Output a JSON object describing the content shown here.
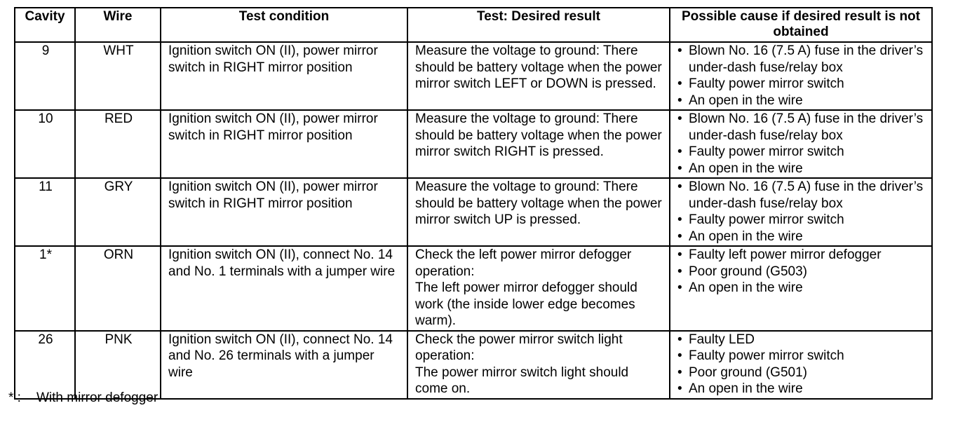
{
  "table": {
    "headers": [
      "Cavity",
      "Wire",
      "Test condition",
      "Test: Desired result",
      "Possible cause if desired result is not obtained"
    ],
    "rows": [
      {
        "cavity": "9",
        "wire": "WHT",
        "condition": "Ignition switch ON (II), power mirror switch in RIGHT mirror position",
        "result": "Measure the voltage to ground: There should be battery voltage when the power mirror switch LEFT or DOWN is pressed.",
        "causes": [
          "Blown No. 16 (7.5 A) fuse in the driver’s under-dash fuse/relay box",
          "Faulty power mirror switch",
          "An open in the wire"
        ]
      },
      {
        "cavity": "10",
        "wire": "RED",
        "condition": "Ignition switch ON (II), power mirror switch in RIGHT mirror position",
        "result": "Measure the voltage to ground: There should be battery voltage when the power mirror switch RIGHT is pressed.",
        "causes": [
          "Blown No. 16 (7.5 A) fuse in the driver’s under-dash fuse/relay box",
          "Faulty power mirror switch",
          "An open in the wire"
        ]
      },
      {
        "cavity": "11",
        "wire": "GRY",
        "condition": "Ignition switch ON (II), power mirror switch in RIGHT mirror position",
        "result": "Measure the voltage to ground: There should be battery voltage when the power mirror switch UP is pressed.",
        "causes": [
          "Blown No. 16 (7.5 A) fuse in the driver’s under-dash fuse/relay box",
          "Faulty power mirror switch",
          "An open in the wire"
        ]
      },
      {
        "cavity": "1*",
        "wire": "ORN",
        "condition": "Ignition switch ON (II), connect No. 14 and No. 1 terminals with a jumper wire",
        "result_lead": "Check the left power mirror defogger operation:",
        "result": "The left power mirror defogger should work (the inside lower edge becomes warm).",
        "causes": [
          "Faulty left power mirror defogger",
          "Poor ground (G503)",
          "An open in the wire"
        ]
      },
      {
        "cavity": "26",
        "wire": "PNK",
        "condition": "Ignition switch ON (II), connect No. 14 and No. 26 terminals with a jumper wire",
        "result_lead": "Check the power mirror switch light operation:",
        "result": "The power mirror switch light should come on.",
        "causes": [
          "Faulty LED",
          "Faulty power mirror switch",
          "Poor ground (G501)",
          "An open in the wire"
        ]
      }
    ]
  },
  "bullet_symbol": "•",
  "footnote": {
    "mark": "* :",
    "text": "With mirror defogger"
  }
}
